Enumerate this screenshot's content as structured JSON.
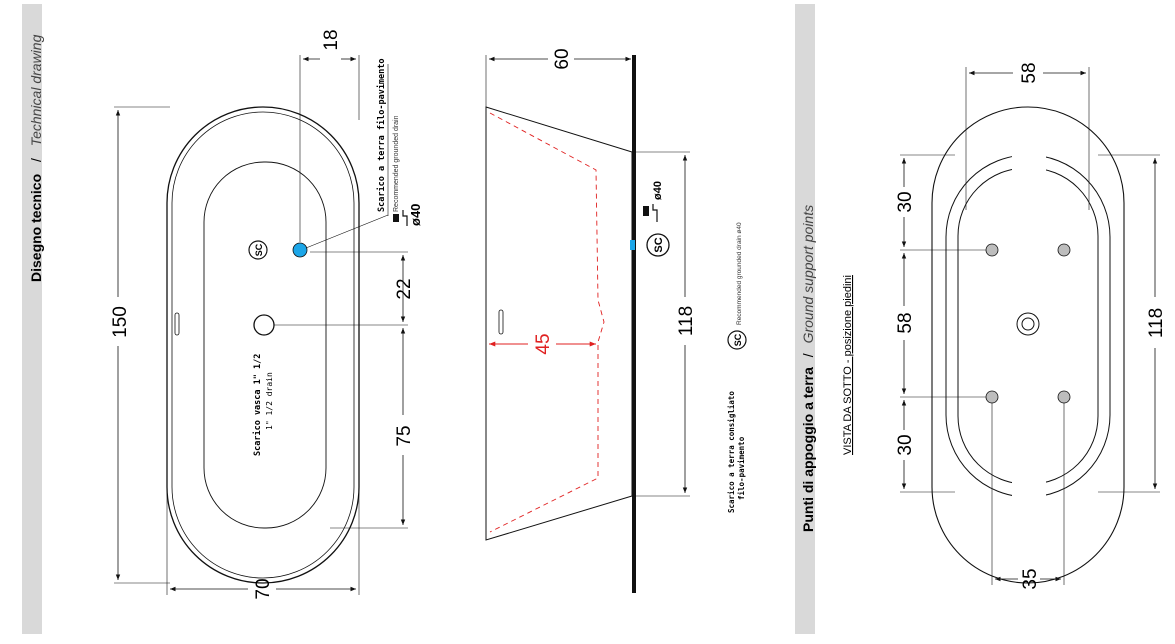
{
  "colors": {
    "band": "#d9d9d9",
    "line": "#111111",
    "accent_blue": "#1ca6e8",
    "dim_red": "#e02020",
    "foot_gray": "#bdbdbd"
  },
  "left_panel": {
    "title_bold": "Disegno tecnico",
    "title_sep": "/",
    "title_italic": "Technical drawing",
    "top_view": {
      "dim_length": "150",
      "dim_width": "70",
      "dim_drain_offset": "18",
      "dim_drain_spacing": "22",
      "dim_drain_from_end": "75",
      "floor_drain_label_it": "Scarico a terra filo-pavimento",
      "floor_drain_label_en": "Recommended grounded drain",
      "floor_drain_size": "ø40",
      "sc_badge": "SC",
      "tub_drain_label_it": "Scarico vasca 1\" 1/2",
      "tub_drain_label_en": "1\" 1/2  drain"
    },
    "side_view": {
      "dim_height": "60",
      "dim_depth": "45",
      "dim_length": "118",
      "drain_size": "ø40",
      "sc_badge": "SC",
      "legend_it_1": "Scarico a terra consigliato",
      "legend_it_2": "filo-pavimento",
      "legend_en": "Recommended grounded drain ø40"
    }
  },
  "right_panel": {
    "title_bold": "Punti di appoggio a terra",
    "title_sep": "/",
    "title_italic": "Ground support points",
    "subtitle": "VISTA DA SOTTO - posizione piedini",
    "dims": {
      "top_width": "58",
      "gap_top": "30",
      "gap_middle": "58",
      "gap_bottom": "30",
      "total_length": "118",
      "bottom_width": "35"
    }
  }
}
